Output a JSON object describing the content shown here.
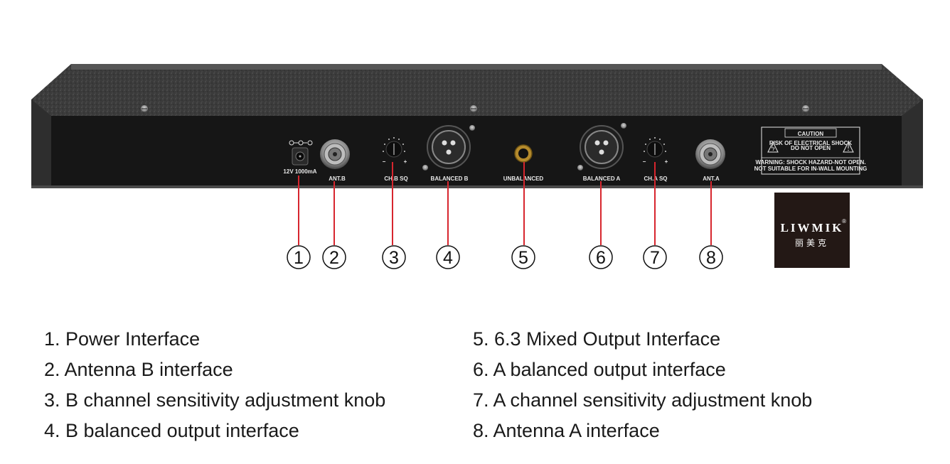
{
  "panel_labels": {
    "power": "12V 1000mA",
    "ant_b": "ANT.B",
    "ch_b_sq": "CH.B SQ",
    "balanced_b": "BALANCED B",
    "unbalanced": "UNBALANCED",
    "balanced_a": "BALANCED A",
    "ch_a_sq": "CH.A SQ",
    "ant_a": "ANT.A",
    "knob_minus": "−",
    "knob_plus": "+"
  },
  "caution": {
    "title": "CAUTION",
    "line1": "RISK OF ELECTRICAL SHOCK",
    "line2": "DO NOT OPEN",
    "warning1": "WARNING: SHOCK HAZARD-NOT OPEN.",
    "warning2": "NOT SUITABLE FOR IN-WALL MOUNTING"
  },
  "callouts": [
    "1",
    "2",
    "3",
    "4",
    "5",
    "6",
    "7",
    "8"
  ],
  "logo": {
    "brand": "LIWMIK",
    "reg": "®",
    "chinese": "丽美克"
  },
  "legend": {
    "left": [
      "1. Power Interface",
      "2. Antenna B interface",
      "3. B channel sensitivity adjustment knob",
      "4. B balanced output interface"
    ],
    "right": [
      "5. 6.3 Mixed Output Interface",
      "6. A balanced output interface",
      "7. A channel sensitivity adjustment knob",
      "8. Antenna A interface"
    ]
  },
  "colors": {
    "callout_line": "#d7262e",
    "panel": "#161616",
    "frame": "#3a3a3a",
    "logo_bg": "#231815"
  }
}
